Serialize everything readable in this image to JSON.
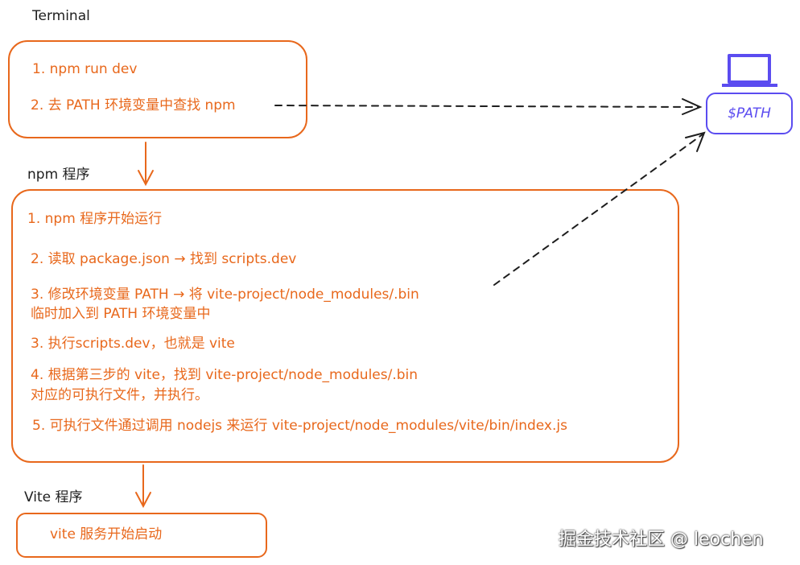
{
  "terminal": {
    "label": "Terminal",
    "steps": [
      "1. npm run dev",
      "2. 去 PATH 环境变量中查找 npm"
    ]
  },
  "npm": {
    "label": "npm 程序",
    "steps": [
      "1. npm 程序开始运行",
      "2. 读取 package.json → 找到 scripts.dev",
      "3. 修改环境变量 PATH → 将 vite-project/node_modules/.bin",
      "临时加入到 PATH 环境变量中",
      "3. 执行scripts.dev，也就是 vite",
      "4. 根据第三步的 vite，找到 vite-project/node_modules/.bin",
      "对应的可执行文件，并执行。",
      "5. 可执行文件通过调用 nodejs 来运行 vite-project/node_modules/vite/bin/index.js"
    ]
  },
  "vite": {
    "label": "Vite 程序",
    "step": "vite 服务开始启动"
  },
  "path_node": {
    "label": "$PATH",
    "icon": "laptop-icon"
  },
  "watermark": "掘金技术社区 @ leochen",
  "colors": {
    "orange": "#e8681c",
    "purple": "#5b4cf0",
    "dark": "#1e1e1e"
  }
}
